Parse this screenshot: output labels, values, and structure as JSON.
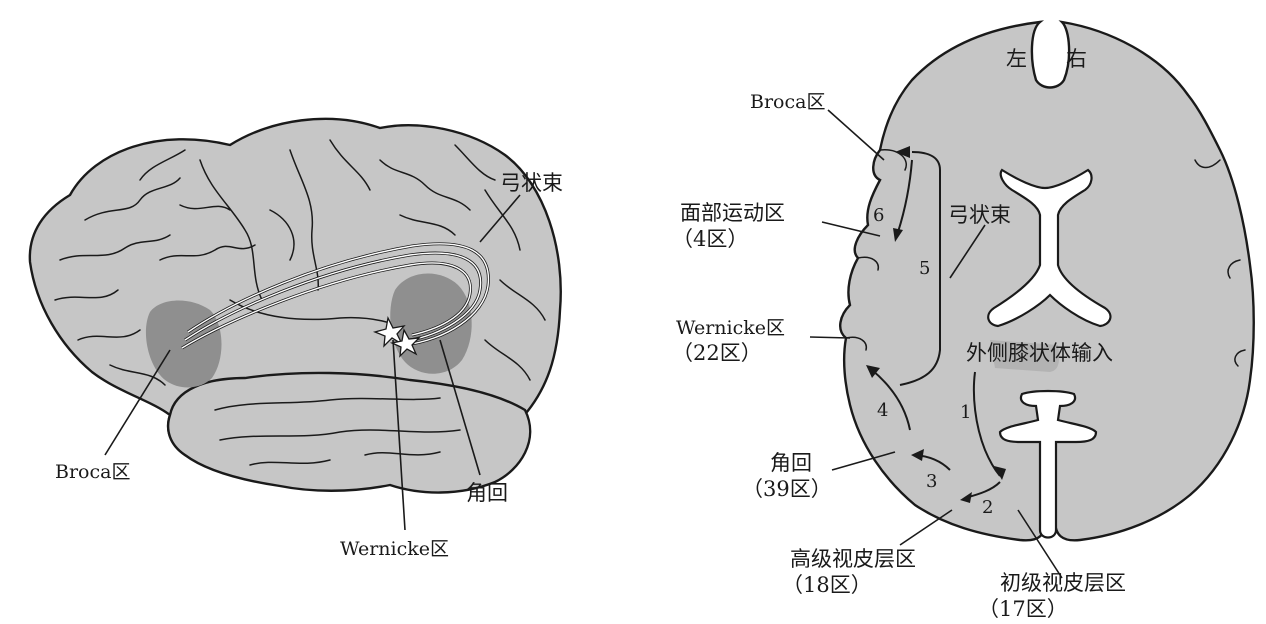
{
  "colors": {
    "brain_fill": "#c6c6c6",
    "area_fill": "#8f8f8f",
    "ink": "#1a1a1a",
    "background": "#ffffff"
  },
  "lateral_view": {
    "labels": {
      "arcuate": "弓状束",
      "broca": "Broca区",
      "angular": "角回",
      "wernicke": "Wernicke区"
    }
  },
  "axial_view": {
    "labels": {
      "left": "左",
      "right": "右",
      "broca": "Broca区",
      "face_motor": "面部运动区",
      "face_motor_ba": "（4区）",
      "arcuate": "弓状束",
      "wernicke": "Wernicke区",
      "wernicke_ba": "（22区）",
      "lgn": "外侧膝状体输入",
      "angular": "角回",
      "angular_ba": "（39区）",
      "v2": "高级视皮层区",
      "v2_ba": "（18区）",
      "v1": "初级视皮层区",
      "v1_ba": "（17区）"
    },
    "steps": [
      "1",
      "2",
      "3",
      "4",
      "5",
      "6"
    ]
  }
}
